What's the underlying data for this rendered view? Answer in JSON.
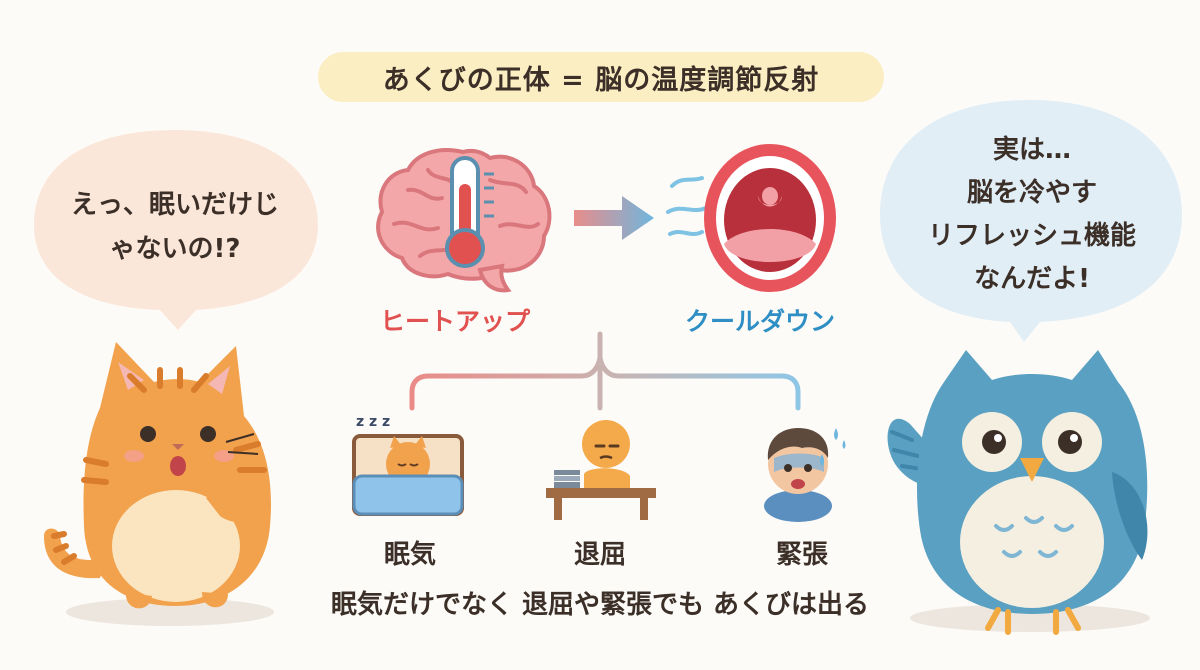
{
  "title": "あくびの正体 = 脳の温度調節反射",
  "cat_bubble": {
    "line1": "えっ、眠いだけじ",
    "line2": "ゃないの!?"
  },
  "owl_bubble": {
    "line1": "実は…",
    "line2": "脳を冷やす",
    "line3": "リフレッシュ機能",
    "line4": "なんだよ!"
  },
  "heat_label": "ヒートアップ",
  "cool_label": "クールダウン",
  "causes": [
    {
      "label": "眠気"
    },
    {
      "label": "退屈"
    },
    {
      "label": "緊張"
    }
  ],
  "footer": "眠気だけでなく 退屈や緊張でも あくびは出る",
  "icons": {
    "zzz": "zzz",
    "brain": "brain-icon",
    "thermometer": "thermometer-icon",
    "mouth": "yawning-mouth-icon"
  },
  "colors": {
    "heat": "#e0514f",
    "cool": "#2f8fc4",
    "title_bg": "#fbeec2",
    "cat_bubble": "#fbe7d9",
    "owl_bubble": "#e1eef6"
  }
}
